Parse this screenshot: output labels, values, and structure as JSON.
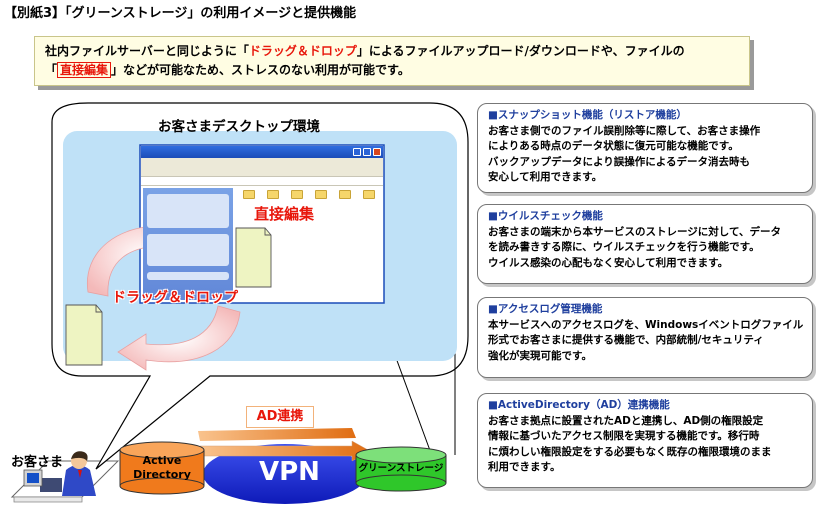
{
  "page_title": "【別紙3】「グリーンストレージ」の利用イメージと提供機能",
  "intro": {
    "line1_a": "社内ファイルサーバーと同じように「",
    "line1_hl": "ドラッグ＆ドロップ",
    "line1_b": "」によるファイルアップロード/ダウンロードや、ファイルの",
    "line2_a": "「",
    "line2_hl": "直接編集",
    "line2_b": "」などが可能なため、ストレスのない利用が可能です。"
  },
  "desktop": {
    "caption": "お客さまデスクトップ環境",
    "direct_edit_label": "直接編集",
    "drag_drop_label": "ドラッグ＆ドロップ"
  },
  "network": {
    "ad_link_label": "AD連携",
    "vpn_label": "VPN",
    "active_directory_line1": "Active",
    "active_directory_line2": "Directory",
    "storage_label": "グリーンストレージ",
    "customer_label": "お客さま"
  },
  "features": [
    {
      "title": "■スナップショット機能（リストア機能）",
      "lines": [
        "お客さま側でのファイル誤削除等に際して、お客さま操作",
        "によりある時点のデータ状態に復元可能な機能です。",
        "バックアップデータにより誤操作によるデータ消去時も",
        "安心して利用できます。"
      ]
    },
    {
      "title": "■ウイルスチェック機能",
      "lines": [
        "お客さまの端末から本サービスのストレージに対して、データ",
        "を読み書きする際に、ウイルスチェックを行う機能です。",
        "ウイルス感染の心配もなく安心して利用できます。"
      ]
    },
    {
      "title": "■アクセスログ管理機能",
      "lines": [
        "本サービスへのアクセスログを、Windowsイベントログファイル",
        "形式でお客さまに提供する機能で、内部統制/セキュリティ",
        "強化が実現可能です。"
      ]
    },
    {
      "title": "■ActiveDirectory（AD）連携機能",
      "lines": [
        "お客さま拠点に設置されたADと連携し、AD側の権限設定",
        "情報に基づいたアクセス制限を実現する機能です。移行時",
        "に煩わしい権限設定をする必要もなく既存の権限環境のまま",
        "利用できます。"
      ]
    }
  ],
  "colors": {
    "accent_red": "#e8170b",
    "feature_title_blue": "#1f3f9e",
    "vpn_blue": "#1c2fd8",
    "ad_cylinder": "#f07a1c",
    "storage_cylinder": "#2fc72a",
    "desktop_panel": "#bfe1f7",
    "intro_bg": "#fffde3"
  }
}
